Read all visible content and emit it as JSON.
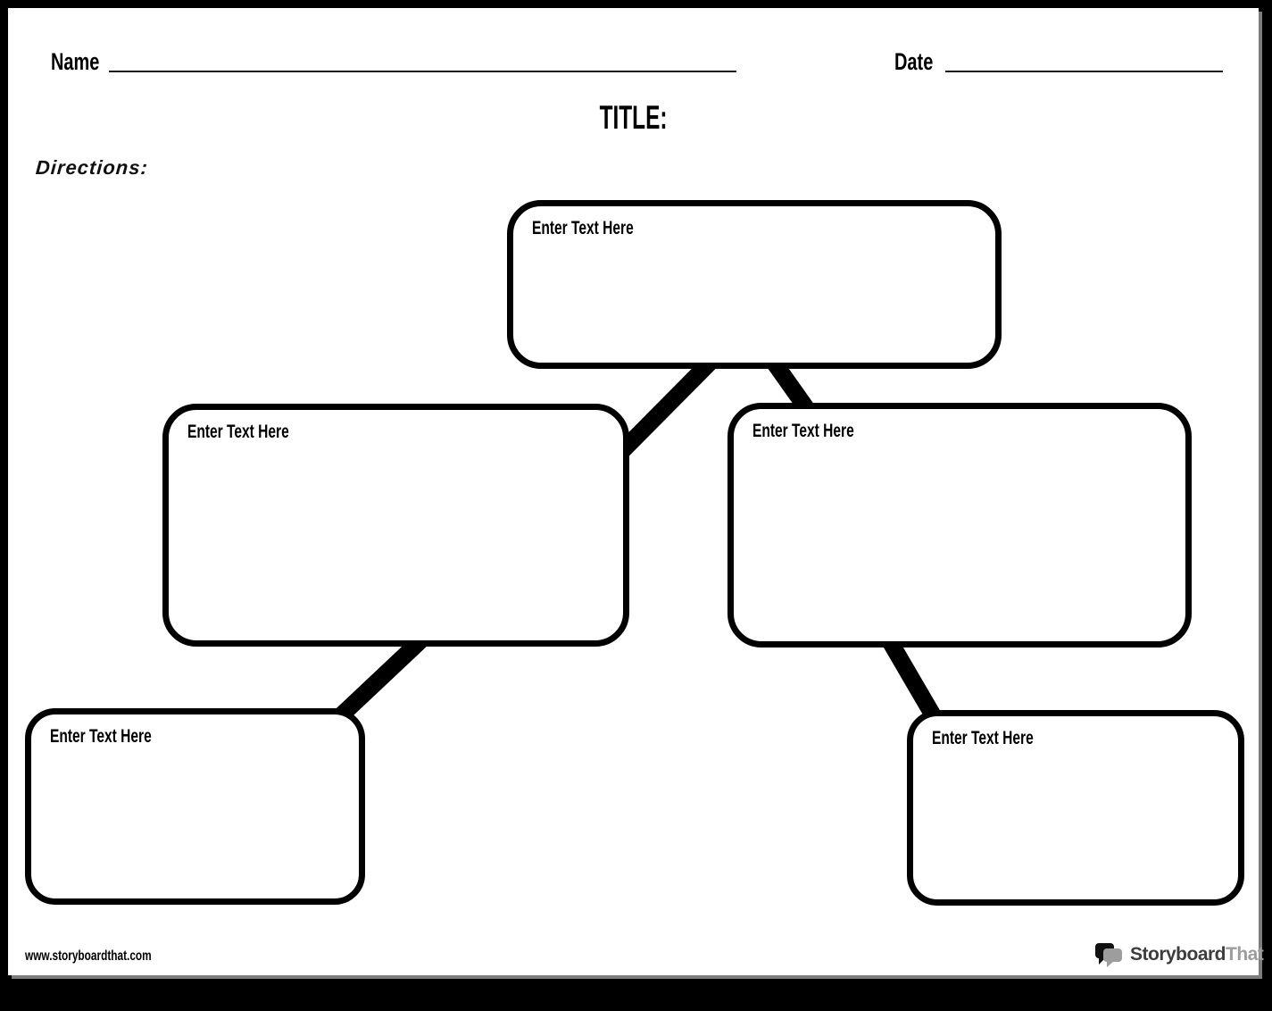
{
  "header": {
    "name_label": "Name",
    "date_label": "Date",
    "title_label": "TITLE:",
    "directions_label": "Directions:"
  },
  "boxes": [
    {
      "id": "root",
      "label": "Enter Text Here"
    },
    {
      "id": "branch-left",
      "label": "Enter Text Here"
    },
    {
      "id": "branch-right",
      "label": "Enter Text Here"
    },
    {
      "id": "leaf-left",
      "label": "Enter Text Here"
    },
    {
      "id": "leaf-right",
      "label": "Enter Text Here"
    }
  ],
  "footer": {
    "url": "www.storyboardthat.com",
    "logo_part1": "Storyboard",
    "logo_part2": "That"
  },
  "colors": {
    "ink": "#000000",
    "paper": "#ffffff",
    "background": "#000000",
    "page_shadow": "#7d7d7d",
    "logo_dark": "#3d3d3d",
    "logo_gray": "#9d9d9d"
  },
  "icons": {
    "logo_icon": "speech-bubbles-icon"
  }
}
